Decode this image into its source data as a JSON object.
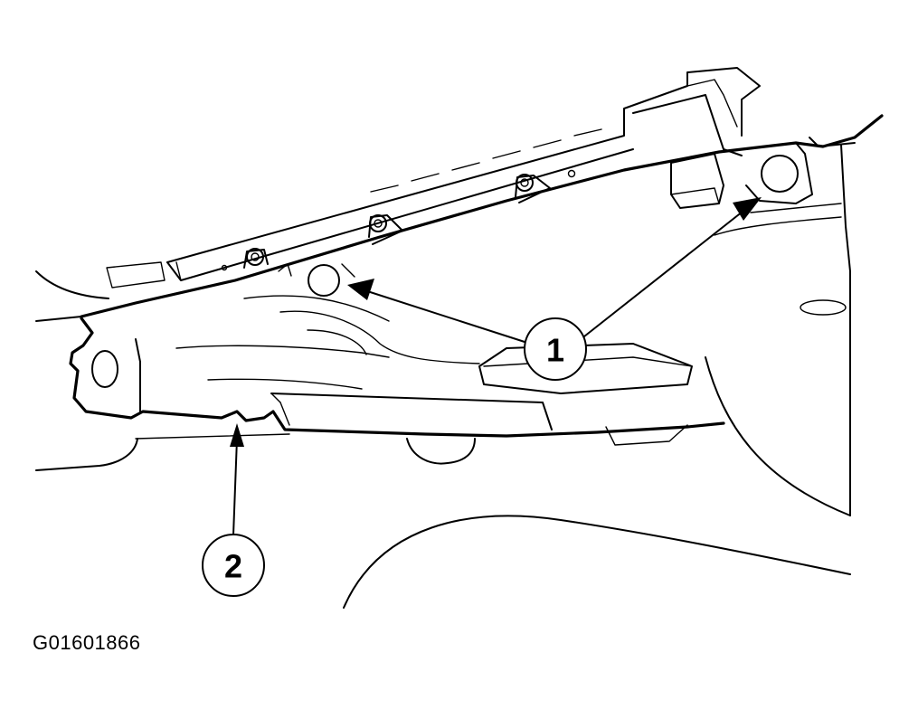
{
  "figure_code": "G01601866",
  "callouts": [
    {
      "id": "callout-1",
      "label": "1"
    },
    {
      "id": "callout-2",
      "label": "2"
    }
  ],
  "colors": {
    "line": "#000000",
    "background": "#ffffff"
  }
}
